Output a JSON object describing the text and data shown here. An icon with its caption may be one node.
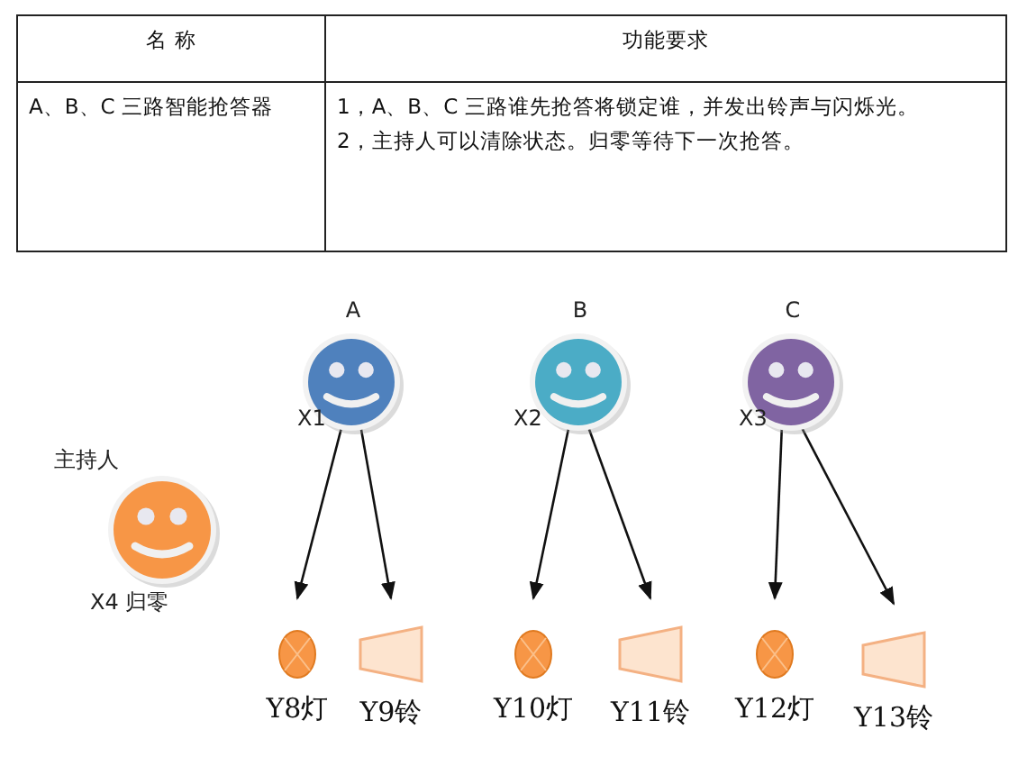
{
  "diagram": {
    "nodes": [
      {
        "text": [
          "A"
        ],
        "beside": [
          "X1"
        ]
      },
      {
        "text": [
          "B"
        ],
        "beside": [
          "X2"
        ]
      },
      {
        "text": [
          "C"
        ],
        "beside": [
          "X3"
        ]
      },
      {
        "text": [
          "主持人"
        ],
        "beside": [
          "X4 归零"
        ]
      },
      {
        "text": [
          "Y8灯"
        ]
      },
      {
        "text": [
          "Y9铃"
        ]
      },
      {
        "text": [
          "Y10灯"
        ]
      },
      {
        "text": [
          "Y11铃"
        ]
      },
      {
        "text": [
          "Y12灯"
        ]
      },
      {
        "text": [
          "Y13铃"
        ]
      }
    ],
    "edges": [
      {
        "from": 0,
        "to": 4,
        "arrow": "to"
      },
      {
        "from": 0,
        "to": 5,
        "arrow": "to"
      },
      {
        "from": 1,
        "to": 6,
        "arrow": "to"
      },
      {
        "from": 1,
        "to": 7,
        "arrow": "to"
      },
      {
        "from": 2,
        "to": 8,
        "arrow": "to"
      },
      {
        "from": 2,
        "to": 9,
        "arrow": "to"
      }
    ],
    "labels": [
      "名 称",
      "功能要求",
      "A、B、C 三路智能抢答器",
      "1，A、B、C 三路谁先抢答将锁定谁，并发出铃声与闪烁光。",
      "2，主持人可以清除状态。归零等待下一次抢答。"
    ]
  }
}
